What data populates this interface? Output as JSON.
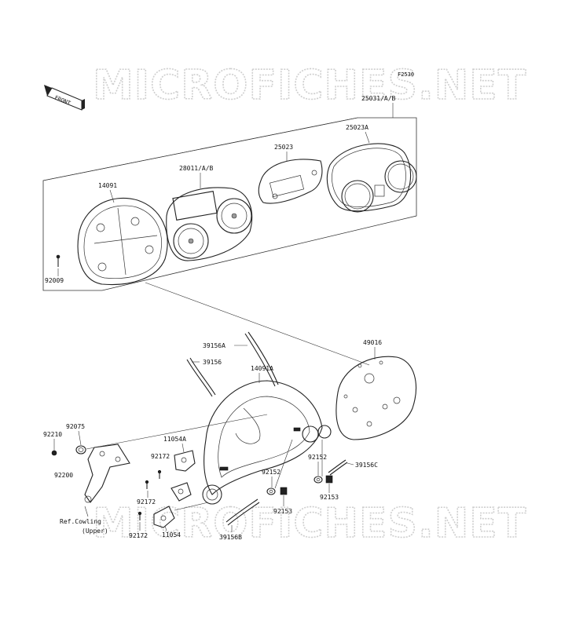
{
  "figure_code": "F2530",
  "watermark": "MICROFICHES.NET",
  "front_label": "FRONT",
  "parts": {
    "p25031": "25031/A/B",
    "p25023A": "25023A",
    "p25023": "25023",
    "p28011": "28011/A/B",
    "p14091": "14091",
    "p92009": "92009",
    "p39156A": "39156A",
    "p39156": "39156",
    "p49016": "49016",
    "p14091A": "14091A",
    "p92075": "92075",
    "p92210": "92210",
    "p11054A": "11054A",
    "p92172a": "92172",
    "p92200": "92200",
    "p92152a": "92152",
    "p39156C": "39156C",
    "p92152b": "92152",
    "p92153a": "92153",
    "p92172b": "92172",
    "p92153b": "92153",
    "p92172c": "92172",
    "p11054": "11054",
    "p39156B": "39156B"
  },
  "ref_note": {
    "line1": "Ref.Cowling",
    "line2": "(Upper)"
  }
}
